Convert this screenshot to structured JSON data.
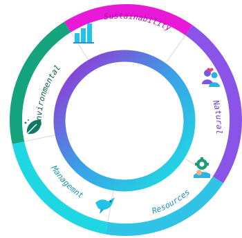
{
  "diagram": {
    "segments": [
      {
        "id": "sustainability",
        "label": "Sustainability",
        "color": "#e81ad8",
        "text_color": "#b0109f",
        "icon": "bar-chart-icon"
      },
      {
        "id": "natural",
        "label": "Natural",
        "color": "#8a54e8",
        "text_color": "#6a3ad0",
        "icon": "people-heart-icon"
      },
      {
        "id": "resources",
        "label": "Resources",
        "color": "#2fc4e6",
        "text_color": "#1f8fb8",
        "icon": "gear-hand-icon"
      },
      {
        "id": "managemnt",
        "label": "Managemnt",
        "color": "#1fd7e3",
        "text_color": "#1497a8",
        "icon": "dove-icon"
      },
      {
        "id": "environmental",
        "label": "Environmental",
        "color": "#14a37c",
        "text_color": "#0a5b4a",
        "icon": "leaf-icon"
      }
    ],
    "inner_ring_colors": [
      "#9b2fd6",
      "#3aa6e8",
      "#1ee0e0"
    ]
  }
}
